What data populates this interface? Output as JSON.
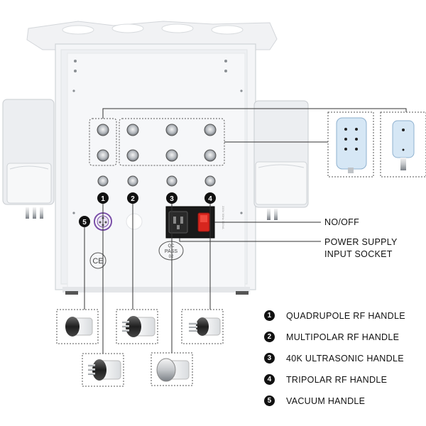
{
  "annotations": {
    "switch": "NO/OFF",
    "power_line1": "POWER SUPPLY",
    "power_line2": "INPUT SOCKET",
    "qc_line1": "QC",
    "qc_line2": "PASS",
    "qc_line3": "02",
    "ce_mark": "CE"
  },
  "port_numbers": [
    "1",
    "2",
    "3",
    "4",
    "5"
  ],
  "legend": [
    {
      "num": "1",
      "label": "QUADRUPOLE RF HANDLE"
    },
    {
      "num": "2",
      "label": "MULTIPOLAR RF HANDLE"
    },
    {
      "num": "3",
      "label": "40K ULTRASONIC HANDLE"
    },
    {
      "num": "4",
      "label": "TRIPOLAR RF HANDLE"
    },
    {
      "num": "5",
      "label": "VACUUM HANDLE"
    }
  ],
  "colors": {
    "body": "#f4f5f7",
    "panel": "#e9ecf0",
    "connector": "#9aa0a6",
    "switch_red": "#d7261e",
    "pad_blue": "#d6e7f5"
  }
}
